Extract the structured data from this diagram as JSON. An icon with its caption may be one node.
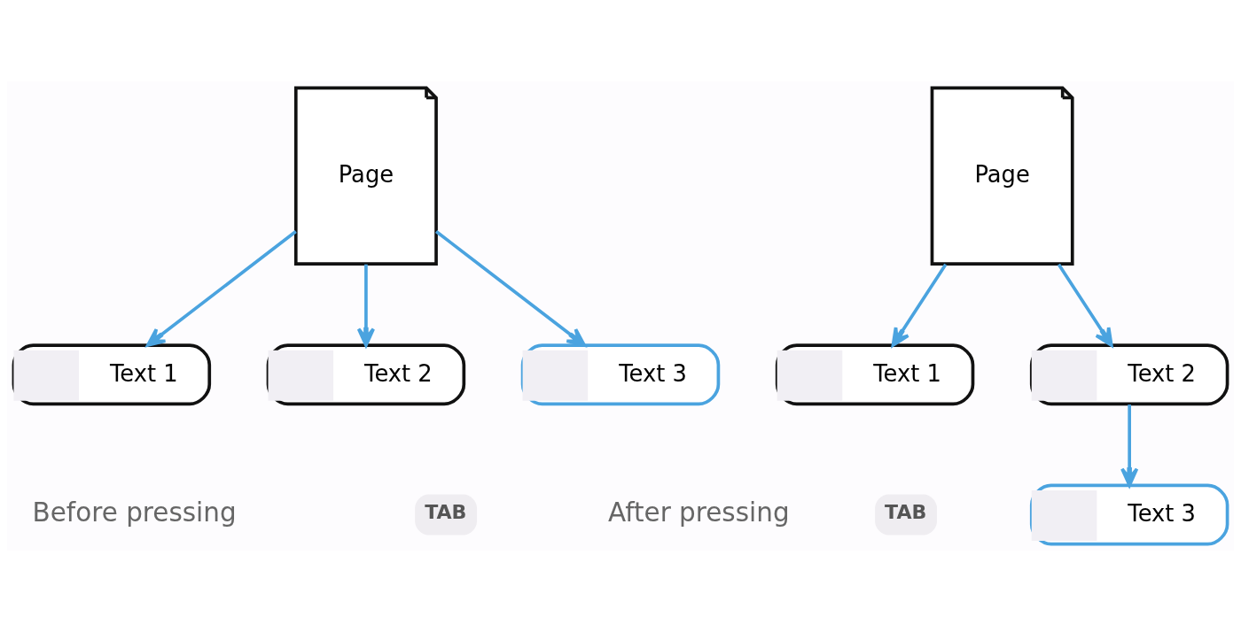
{
  "diagram": {
    "nodes": [
      {
        "text": [
          "Page"
        ]
      },
      {
        "text": [
          "Text 1"
        ]
      },
      {
        "text": [
          "Text 2"
        ]
      },
      {
        "text": [
          "Text 3"
        ]
      },
      {
        "text": [
          "Page"
        ]
      },
      {
        "text": [
          "Text 1"
        ]
      },
      {
        "text": [
          "Text 2"
        ]
      },
      {
        "text": [
          "Text 3"
        ]
      }
    ],
    "edges": [
      {
        "from": 0,
        "to": 1,
        "arrow": "to"
      },
      {
        "from": 0,
        "to": 2,
        "arrow": "to"
      },
      {
        "from": 0,
        "to": 3,
        "arrow": "to"
      },
      {
        "from": 4,
        "to": 5,
        "arrow": "to"
      },
      {
        "from": 4,
        "to": 6,
        "arrow": "to"
      },
      {
        "from": 6,
        "to": 7,
        "arrow": "to"
      }
    ],
    "labels": [
      "Before pressing",
      "TAB",
      "After pressing",
      "TAB"
    ]
  }
}
